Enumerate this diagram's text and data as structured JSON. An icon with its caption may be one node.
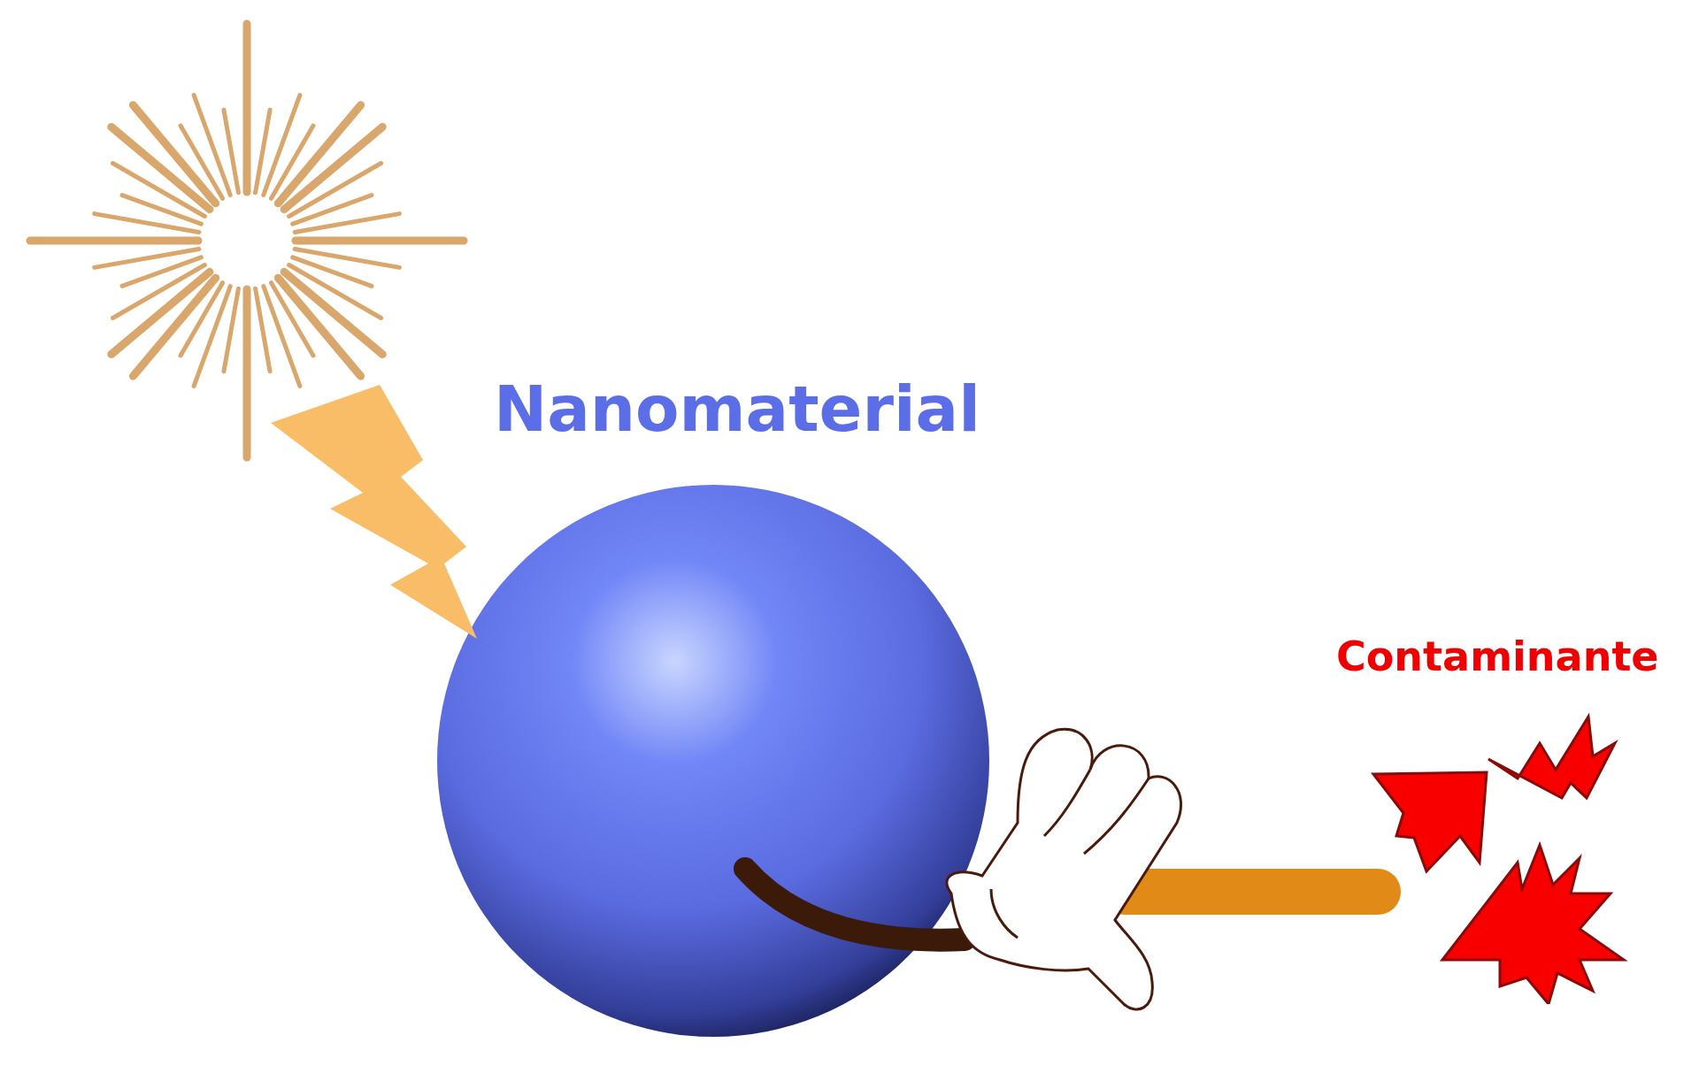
{
  "diagram": {
    "nodes": [
      {
        "text": [],
        "shape": "picture"
      },
      {
        "text": [
          "Nanomaterial"
        ]
      },
      {
        "text": [
          "Contaminante"
        ]
      },
      {
        "text": [],
        "shape": "lightning"
      }
    ]
  }
}
